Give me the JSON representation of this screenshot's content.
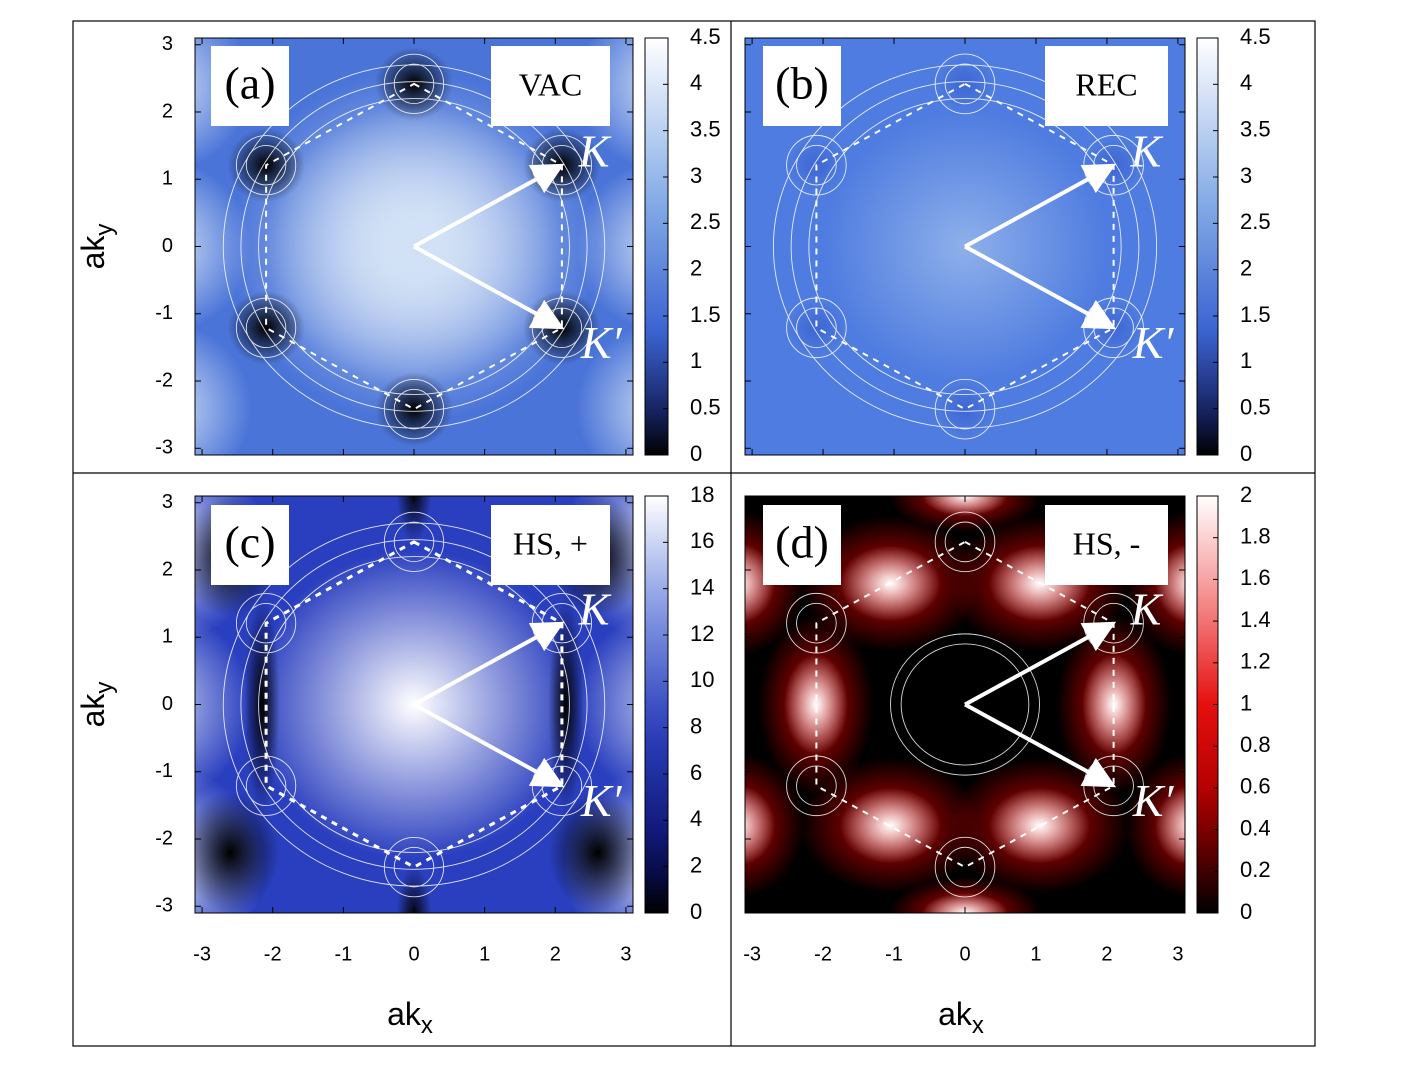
{
  "chart_data": [
    {
      "type": "heatmap",
      "panel_label": "(a)",
      "case_label": "VAC",
      "colormap": "blue",
      "xticks": [
        "-3",
        "-2",
        "-1",
        "0",
        "1",
        "2",
        "3"
      ],
      "yticks": [
        "3",
        "2",
        "1",
        "0",
        "-1",
        "-2",
        "-3"
      ],
      "xlim": [
        -3.1,
        3.1
      ],
      "ylim": [
        -3.1,
        3.1
      ],
      "ylabel": "ak",
      "ylabel_sub": "y",
      "xlabel": "",
      "colorbar": {
        "ticks": [
          "4.5",
          "4",
          "3.5",
          "3",
          "2.5",
          "2",
          "1.5",
          "1",
          "0.5",
          "0"
        ],
        "min": 0,
        "max": 4.5
      },
      "points": {
        "K": "K",
        "Kp": "K′"
      },
      "colors": {
        "low": "#000000",
        "mid": "#3a63cf",
        "high": "#ffffff"
      }
    },
    {
      "type": "heatmap",
      "panel_label": "(b)",
      "case_label": "REC",
      "colormap": "blue",
      "xticks": [
        "-3",
        "-2",
        "-1",
        "0",
        "1",
        "2",
        "3"
      ],
      "yticks": [],
      "xlim": [
        -3.1,
        3.1
      ],
      "ylim": [
        -3.1,
        3.1
      ],
      "ylabel": "",
      "ylabel_sub": "",
      "xlabel": "",
      "colorbar": {
        "ticks": [
          "4.5",
          "4",
          "3.5",
          "3",
          "2.5",
          "2",
          "1.5",
          "1",
          "0.5",
          "0"
        ],
        "min": 0,
        "max": 4.5
      },
      "points": {
        "K": "K",
        "Kp": "K′"
      },
      "colors": {
        "low": "#000000",
        "mid": "#3a63cf",
        "high": "#ffffff"
      }
    },
    {
      "type": "heatmap",
      "panel_label": "(c)",
      "case_label": "HS, +",
      "colormap": "navy",
      "xticks": [
        "-3",
        "-2",
        "-1",
        "0",
        "1",
        "2",
        "3"
      ],
      "yticks": [
        "3",
        "2",
        "1",
        "0",
        "-1",
        "-2",
        "-3"
      ],
      "xlim": [
        -3.1,
        3.1
      ],
      "ylim": [
        -3.1,
        3.1
      ],
      "ylabel": "ak",
      "ylabel_sub": "y",
      "xlabel": "ak",
      "xlabel_sub": "x",
      "colorbar": {
        "ticks": [
          "18",
          "16",
          "14",
          "12",
          "10",
          "8",
          "6",
          "4",
          "2",
          "0"
        ],
        "min": 0,
        "max": 18
      },
      "points": {
        "K": "K",
        "Kp": "K′"
      },
      "colors": {
        "low": "#000000",
        "mid": "#1f2fb0",
        "high": "#ffffff"
      }
    },
    {
      "type": "heatmap",
      "panel_label": "(d)",
      "case_label": "HS, -",
      "colormap": "red",
      "xticks": [
        "-3",
        "-2",
        "-1",
        "0",
        "1",
        "2",
        "3"
      ],
      "yticks": [],
      "xlim": [
        -3.1,
        3.1
      ],
      "ylim": [
        -3.1,
        3.1
      ],
      "ylabel": "",
      "ylabel_sub": "",
      "xlabel": "ak",
      "xlabel_sub": "x",
      "colorbar": {
        "ticks": [
          "2",
          "1.8",
          "1.6",
          "1.4",
          "1.2",
          "1",
          "0.8",
          "0.6",
          "0.4",
          "0.2",
          "0"
        ],
        "min": 0,
        "max": 2
      },
      "points": {
        "K": "K",
        "Kp": "K′"
      },
      "colors": {
        "low": "#000000",
        "mid": "#e00000",
        "high": "#ffffff"
      }
    }
  ]
}
